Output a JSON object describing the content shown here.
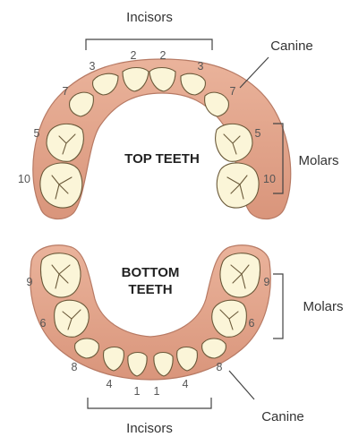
{
  "top": {
    "incisors_label": "Incisors",
    "canine_label": "Canine",
    "molars_label": "Molars",
    "jaw_title_line1": "TOP TEETH",
    "numbers": {
      "incisor_left": "2",
      "incisor_right": "2",
      "lateral_left": "3",
      "lateral_right": "3",
      "canine_left": "7",
      "canine_right": "7",
      "molar1_left": "5",
      "molar1_right": "5",
      "molar2_left": "10",
      "molar2_right": "10"
    }
  },
  "bottom": {
    "incisors_label": "Incisors",
    "canine_label": "Canine",
    "molars_label": "Molars",
    "jaw_title_line1": "BOTTOM",
    "jaw_title_line2": "TEETH",
    "numbers": {
      "incisor_left": "1",
      "incisor_right": "1",
      "lateral_left": "4",
      "lateral_right": "4",
      "canine_left": "8",
      "canine_right": "8",
      "molar1_left": "6",
      "molar1_right": "6",
      "molar2_left": "9",
      "molar2_right": "9"
    }
  },
  "colors": {
    "gum": "#e2a88e",
    "gum_edge": "#b77a64",
    "tooth": "#fbf5d8",
    "tooth_outline": "#6b5a3a"
  }
}
